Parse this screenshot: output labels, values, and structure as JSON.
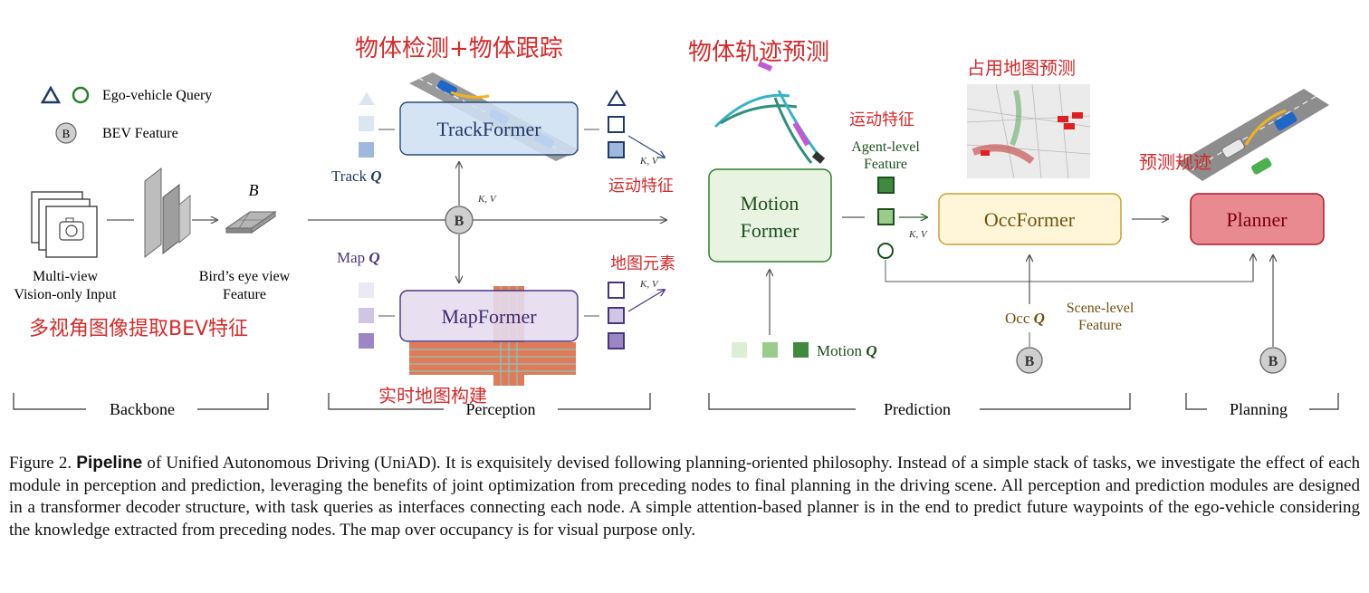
{
  "legend": {
    "ego_query": "Ego-vehicle Query",
    "bev_symbol": "B",
    "bev_feature": "BEV Feature"
  },
  "backbone": {
    "input_label_1": "Multi-view",
    "input_label_2": "Vision-only Input",
    "bev_letter": "B",
    "feature_label_1": "Bird’s eye view",
    "feature_label_2": "Feature",
    "section": "Backbone"
  },
  "perception": {
    "track_former": "TrackFormer",
    "map_former": "MapFormer",
    "track_q": "Track",
    "map_q": "Map",
    "q_symbol": "Q",
    "kv": "K, V",
    "section": "Perception"
  },
  "prediction": {
    "motion_former_1": "Motion",
    "motion_former_2": "Former",
    "occ_former": "OccFormer",
    "agent_feature_1": "Agent-level",
    "agent_feature_2": "Feature",
    "scene_feature_1": "Scene-level",
    "scene_feature_2": "Feature",
    "motion_q": "Motion",
    "occ_q": "Occ",
    "q_symbol": "Q",
    "kv": "K, V",
    "section": "Prediction"
  },
  "planning": {
    "planner": "Planner",
    "section": "Planning"
  },
  "annotations": {
    "track_note": "物体检测+物体跟踪",
    "motion_note": "物体轨迹预测",
    "occ_note": "占用地图预测",
    "agent_note": "运动特征",
    "track_out_note": "运动特征",
    "map_out_note": "地图元素",
    "plan_note": "预测规迹",
    "backbone_note": "多视角图像提取BEV特征",
    "map_note": "实时地图构建"
  },
  "caption": {
    "prefix": "Figure 2.",
    "bold": "Pipeline",
    "text": " of Unified Autonomous Driving (UniAD). It is exquisitely devised following planning-oriented philosophy. Instead of a simple stack of tasks, we investigate the effect of each module in perception and prediction, leveraging the benefits of joint optimization from preceding nodes to final planning in the driving scene. All perception and prediction modules are designed in a transformer decoder structure, with task queries as interfaces connecting each node. A simple attention-based planner is in the end to predict future waypoints of the ego-vehicle considering the knowledge extracted from preceding nodes. The map over occupancy is for visual purpose only."
  },
  "colors": {
    "track": "#cfe0f3",
    "map": "#e5dcef",
    "motion": "#e8f3e1",
    "occ": "#fff6d9",
    "planner": "#e98a90",
    "hand_ink": "#d42a2a"
  }
}
